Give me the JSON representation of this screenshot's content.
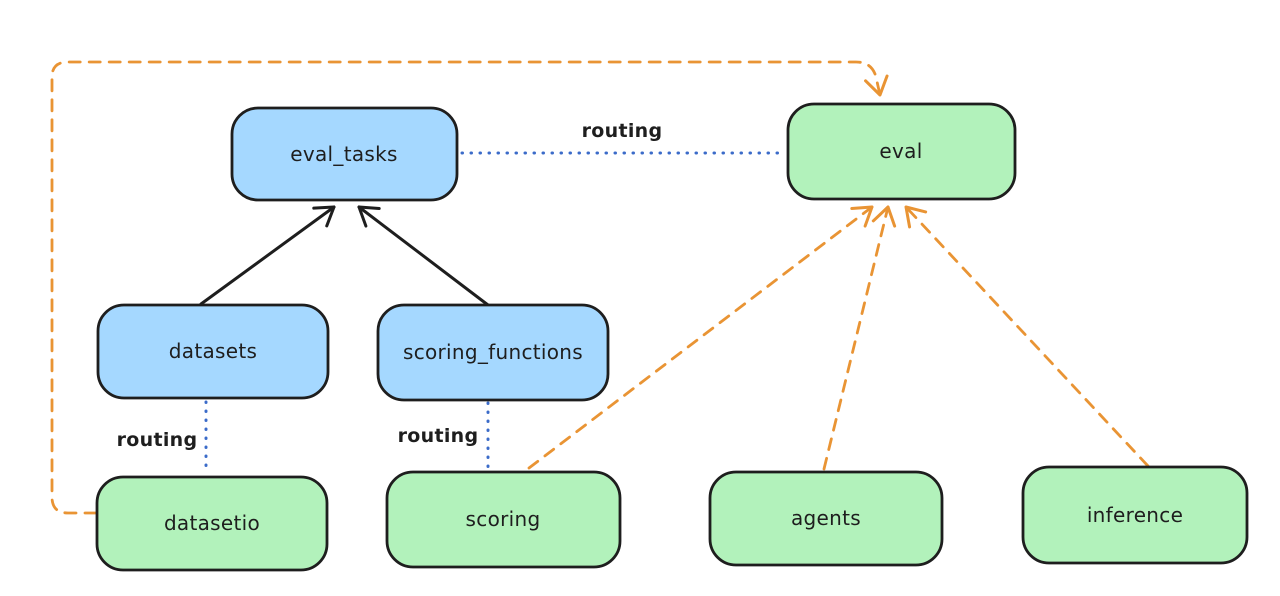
{
  "colors": {
    "background": "#ffffff",
    "node_stroke": "#1e1e1e",
    "text": "#1e1e1e",
    "blue_fill": "#a5d8ff",
    "green_fill": "#b2f2bb",
    "routing_blue": "#3b6bc9",
    "orange": "#e99434"
  },
  "nodes": {
    "eval_tasks": {
      "label": "eval_tasks",
      "color": "blue",
      "fill": "#a5d8ff"
    },
    "eval": {
      "label": "eval",
      "color": "green",
      "fill": "#b2f2bb"
    },
    "datasets": {
      "label": "datasets",
      "color": "blue",
      "fill": "#a5d8ff"
    },
    "scoring_functions": {
      "label": "scoring_functions",
      "color": "blue",
      "fill": "#a5d8ff"
    },
    "datasetio": {
      "label": "datasetio",
      "color": "green",
      "fill": "#b2f2bb"
    },
    "scoring": {
      "label": "scoring",
      "color": "green",
      "fill": "#b2f2bb"
    },
    "agents": {
      "label": "agents",
      "color": "green",
      "fill": "#b2f2bb"
    },
    "inference": {
      "label": "inference",
      "color": "green",
      "fill": "#b2f2bb"
    }
  },
  "edges": [
    {
      "from": "datasets",
      "to": "eval_tasks",
      "style": "solid",
      "arrow": true,
      "color": "#1e1e1e"
    },
    {
      "from": "scoring_functions",
      "to": "eval_tasks",
      "style": "solid",
      "arrow": true,
      "color": "#1e1e1e"
    },
    {
      "from": "eval_tasks",
      "to": "eval",
      "style": "dotted",
      "arrow": false,
      "label": "routing",
      "color": "#3b6bc9"
    },
    {
      "from": "datasets",
      "to": "datasetio",
      "style": "dotted",
      "arrow": false,
      "label": "routing",
      "color": "#3b6bc9"
    },
    {
      "from": "scoring_functions",
      "to": "scoring",
      "style": "dotted",
      "arrow": false,
      "label": "routing",
      "color": "#3b6bc9"
    },
    {
      "from": "datasetio",
      "to": "eval",
      "style": "dashed",
      "arrow": true,
      "color": "#e99434"
    },
    {
      "from": "scoring",
      "to": "eval",
      "style": "dashed",
      "arrow": true,
      "color": "#e99434"
    },
    {
      "from": "agents",
      "to": "eval",
      "style": "dashed",
      "arrow": true,
      "color": "#e99434"
    },
    {
      "from": "inference",
      "to": "eval",
      "style": "dashed",
      "arrow": true,
      "color": "#e99434"
    }
  ]
}
